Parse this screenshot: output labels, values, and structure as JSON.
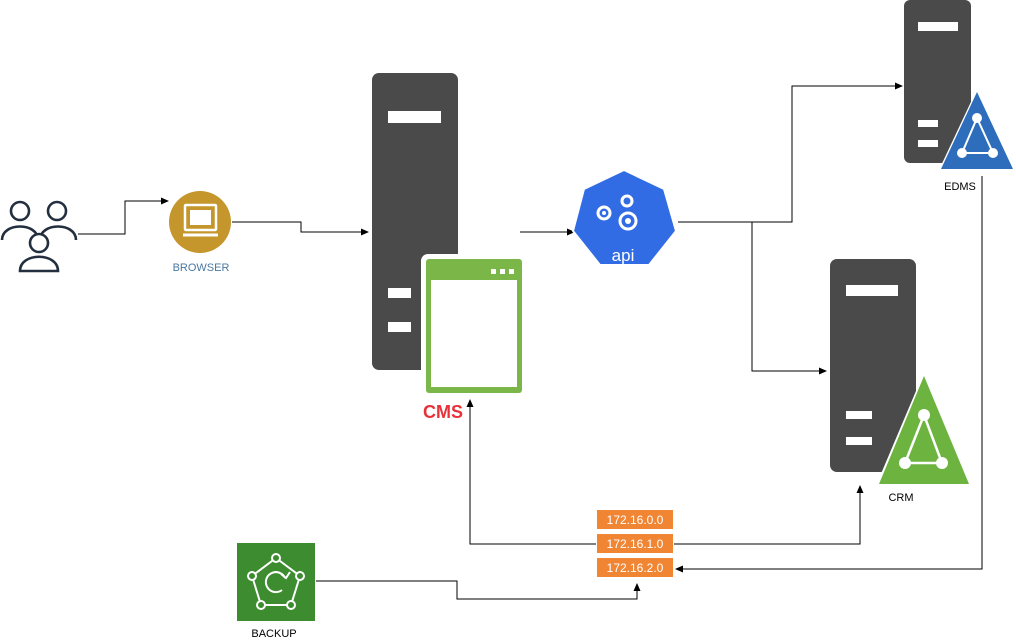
{
  "labels": {
    "browser": "BROWSER",
    "cms": "CMS",
    "api": "api",
    "edms": "EDMS",
    "crm": "CRM",
    "backup": "BACKUP"
  },
  "routes": [
    "172.16.0.0",
    "172.16.1.0",
    "172.16.2.0"
  ],
  "colors": {
    "server": "#4a4a4a",
    "browser": "#c4962c",
    "cms_window": "#7ab648",
    "cms_label": "#e8323a",
    "api": "#326ce5",
    "edms_triangle": "#2d6dbb",
    "crm_triangle": "#6db33f",
    "route": "#f08534",
    "backup": "#3d8c2f",
    "browser_label": "#4b79a1",
    "line": "#000000"
  },
  "icons": {
    "users": "users-icon",
    "browser": "monitor-icon",
    "cms_server": "server-icon",
    "cms_app": "app-window-icon",
    "api": "kubernetes-api-icon",
    "edms": "network-triangle-icon",
    "crm": "network-triangle-icon",
    "router": "route-table-icon",
    "backup": "backup-icon"
  }
}
